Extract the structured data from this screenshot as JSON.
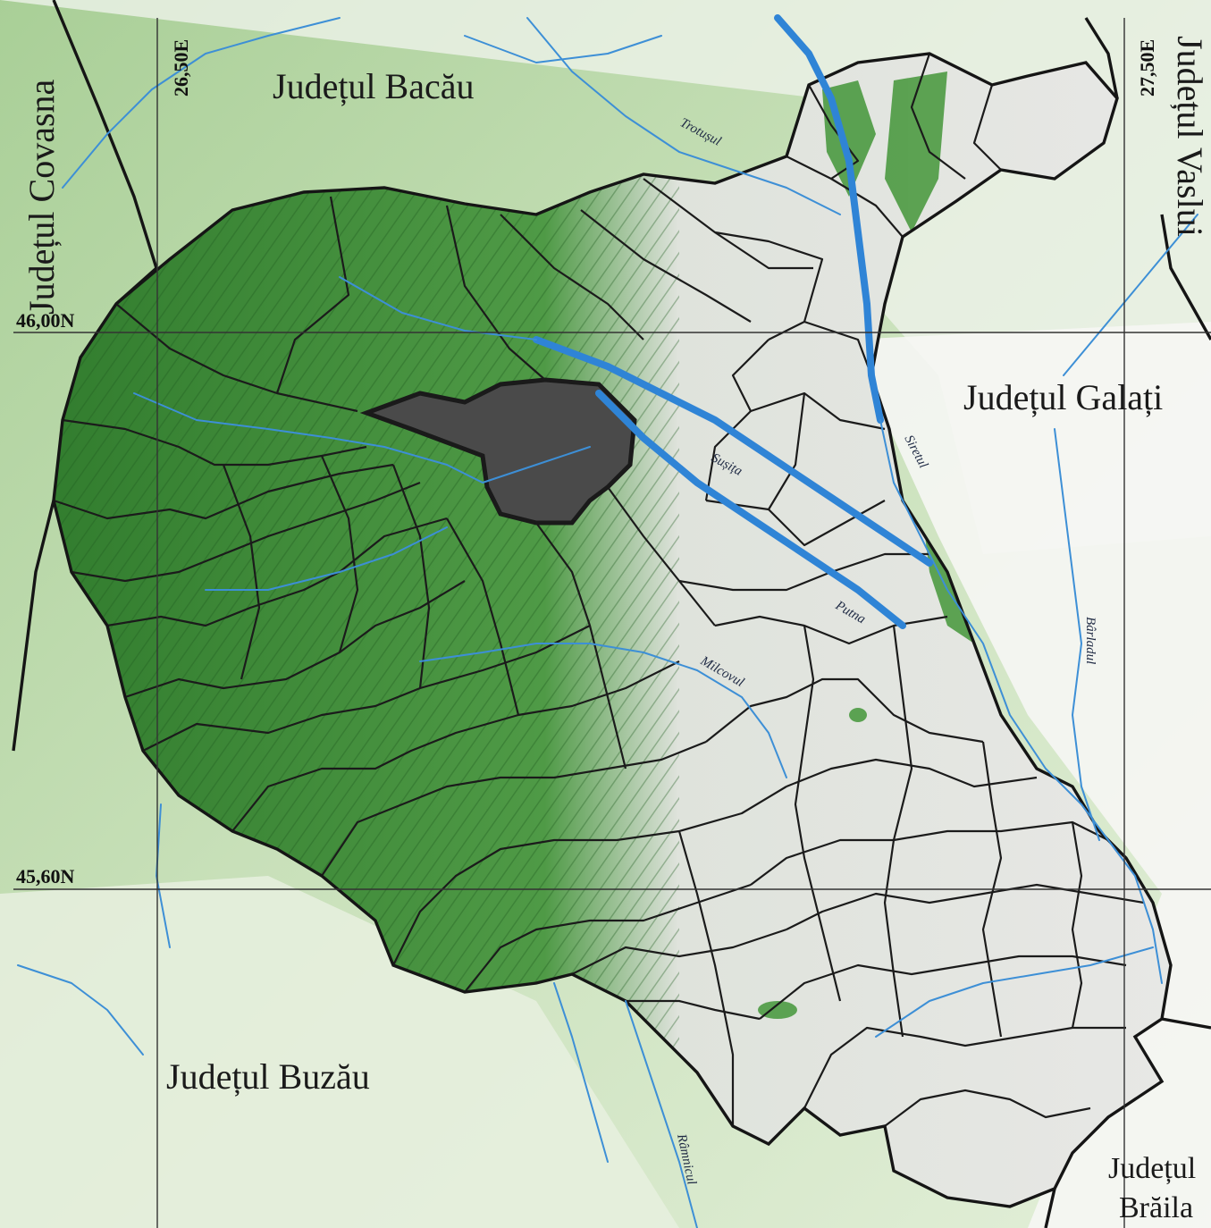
{
  "map": {
    "counties": {
      "bacau": "Județul Bacău",
      "covasna": "Județul Covasna",
      "vaslui": "Județul Vaslui",
      "galati": "Județul Galați",
      "buzau": "Județul Buzău",
      "braila_line1": "Județul",
      "braila_line2": "Brăila"
    },
    "coordinates": {
      "lon_west": "26,50E",
      "lon_east": "27,50E",
      "lat_north": "46,00N",
      "lat_south": "45,60N"
    },
    "rivers": {
      "trotus": "Trotușul",
      "susita": "Sușița",
      "siret": "Siretul",
      "putna": "Putna",
      "milcov": "Milcovul",
      "barlad": "Bârladul",
      "ramnic": "Râmnicul"
    },
    "colors": {
      "mountain_green": "#3f8f3a",
      "hill_green": "#9fc98e",
      "plain_gray": "#e6e6e4",
      "river_blue": "#3d8fd6",
      "highlight_area": "#444444"
    }
  }
}
